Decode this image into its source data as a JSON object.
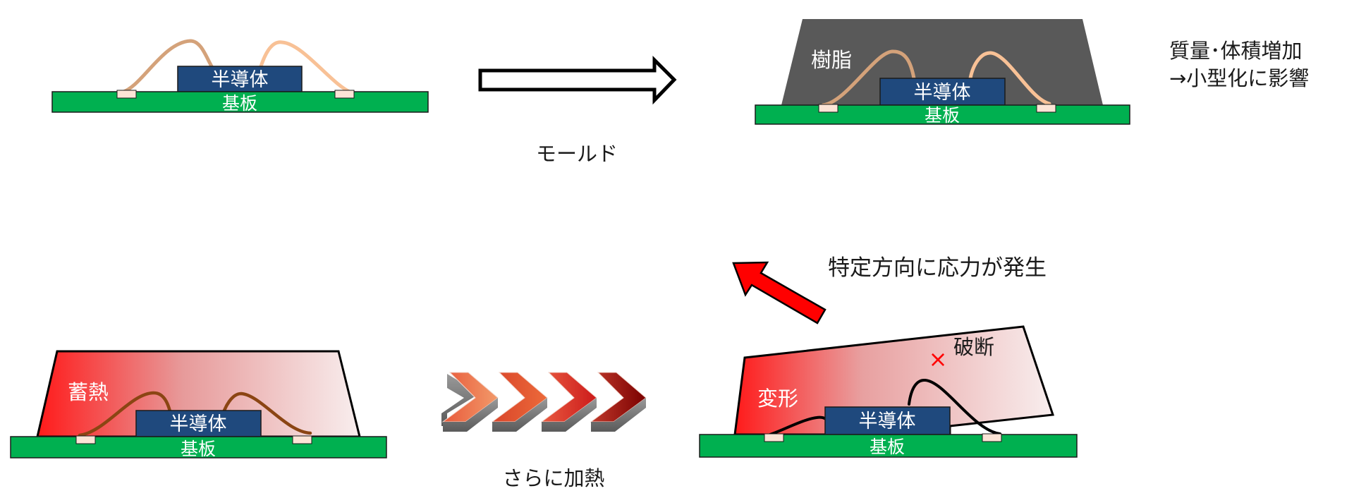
{
  "colors": {
    "board": "#00B050",
    "chip": "#1F497D",
    "pad": "#FCE4D6",
    "resin": "#595959",
    "wire_light_brown": "#D4A27A",
    "wire_light_orange": "#F8C196",
    "wire_dark_brown": "#8B4513",
    "heat_red": "#FF1A1A",
    "heat_pale": "#F8EEEE",
    "stress_arrow": "#FF0000",
    "break_mark": "#FF0000"
  },
  "stage1": {
    "chip_label": "半導体",
    "board_label": "基板"
  },
  "mold_arrow": {
    "label": "モールド",
    "icon": "outline-right-arrow-icon"
  },
  "stage2": {
    "chip_label": "半導体",
    "board_label": "基板",
    "resin_label": "樹脂",
    "note_line1": "質量･体積増加",
    "note_line2": "→小型化に影響"
  },
  "heat_step": {
    "label": "さらに加熱",
    "icon": "chevron-arrows-icon"
  },
  "stage3": {
    "chip_label": "半導体",
    "board_label": "基板",
    "heat_label": "蓄熱"
  },
  "stage4": {
    "chip_label": "半導体",
    "board_label": "基板",
    "deform_label": "変形",
    "break_label": "破断",
    "break_mark": "×",
    "stress_label": "特定方向に応力が発生"
  }
}
